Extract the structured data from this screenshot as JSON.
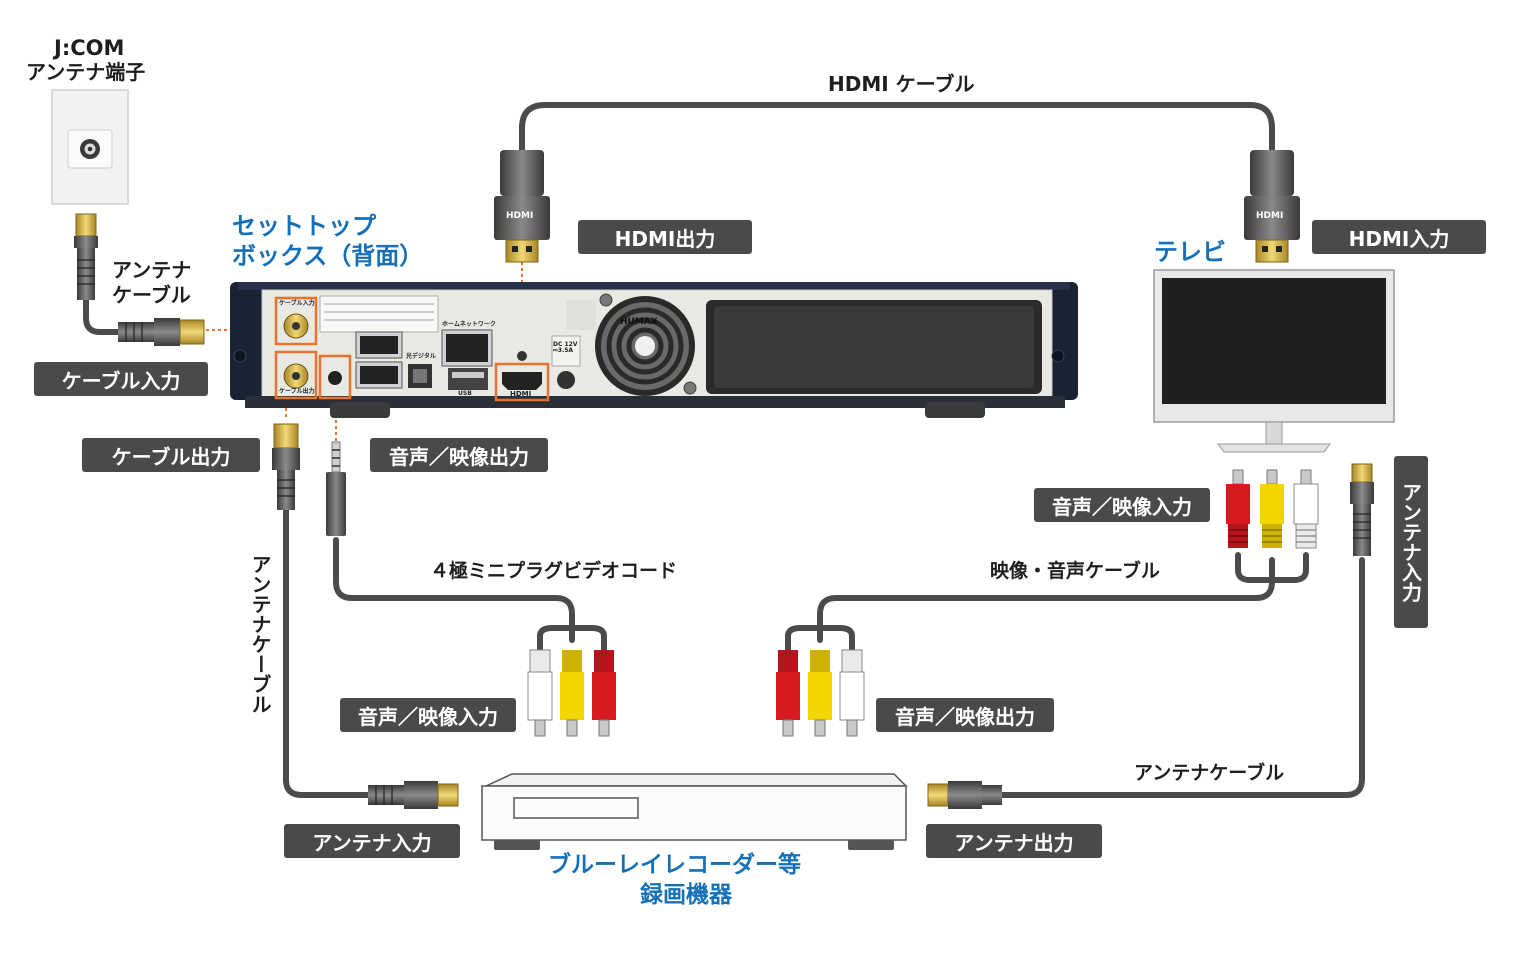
{
  "colors": {
    "accent": "#1570b8",
    "highlight": "#e8732a",
    "tag_bg": "#4a4a4a",
    "cable": "#4b4b4b",
    "plug_gold": "#d6b24a"
  },
  "wall_socket": {
    "line1": "J:COM",
    "line2": "アンテナ端子"
  },
  "stb": {
    "line1": "セットトップ",
    "line2": "ボックス（背面）",
    "brand": "HUMAX",
    "port_cable_in": "ケーブル入力",
    "port_cable_out": "ケーブル出力",
    "port_hdmi": "HDMI",
    "port_optical": "光デジタル",
    "port_network": "ホームネットワーク",
    "port_usb": "USB",
    "dc": "DC 12V ⎓3.5A"
  },
  "tv": {
    "label": "テレビ"
  },
  "recorder": {
    "line1": "ブルーレイレコーダー等",
    "line2": "録画機器"
  },
  "cables": {
    "hdmi": "HDMI ケーブル",
    "antenna_top": "アンテナ\nケーブル",
    "antenna_left": "アンテナケーブル",
    "antenna_right": "アンテナケーブル",
    "mini_plug": "４極ミニプラグビデオコード",
    "av_cable": "映像・音声ケーブル"
  },
  "tags": {
    "hdmi_out": "HDMI出力",
    "hdmi_in": "HDMI入力",
    "cable_in": "ケーブル入力",
    "cable_out": "ケーブル出力",
    "av_out_stb": "音声／映像出力",
    "av_in_tv": "音声／映像入力",
    "av_in_rec": "音声／映像入力",
    "av_out_rec": "音声／映像出力",
    "antenna_in_rec": "アンテナ入力",
    "antenna_out_rec": "アンテナ出力",
    "antenna_in_tv": "アンテナ入力"
  },
  "plug_icons": {
    "hdmi": "HDMI"
  }
}
